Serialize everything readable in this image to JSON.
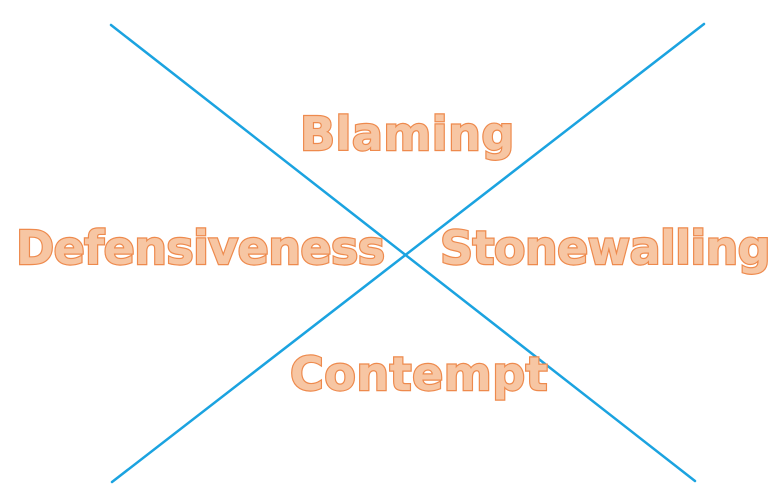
{
  "diagram": {
    "words": {
      "top": "Blaming",
      "left": "Defensiveness",
      "right": "Stonewalling",
      "bottom": "Contempt"
    },
    "colors": {
      "line": "#1ba3e0",
      "text_fill": "#f7c6a3",
      "text_outline": "#ee8a4d",
      "background": "#ffffff"
    }
  }
}
